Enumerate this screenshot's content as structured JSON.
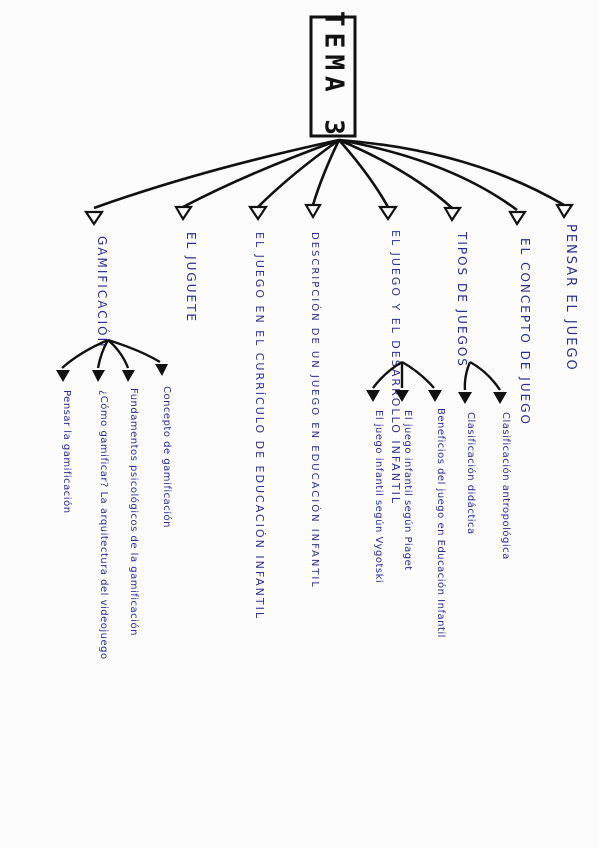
{
  "title": "TEMA 3",
  "branches": [
    {
      "id": "gamificacion",
      "label": "GAMIFICACIÓN"
    },
    {
      "id": "juguete",
      "label": "EL JUGUETE"
    },
    {
      "id": "curriculo",
      "label": "EL JUEGO EN EL CURRÍCULO DE EDUCACIÓN INFANTIL"
    },
    {
      "id": "descripcion",
      "label": "DESCRIPCIÓN DE UN JUEGO EN EDUCACIÓN INFANTIL"
    },
    {
      "id": "desarrollo",
      "label": "EL JUEGO Y EL DESARROLLO INFANTIL"
    },
    {
      "id": "tipos",
      "label": "TIPOS DE JUEGOS"
    },
    {
      "id": "concepto",
      "label": "EL CONCEPTO DE JUEGO"
    },
    {
      "id": "pensar",
      "label": "PENSAR EL JUEGO"
    }
  ],
  "gamificacion_items": [
    "Pensar la gamificación",
    "¿Cómo gamificar? La arquitectura del videojuego",
    "Fundamentos psicológicos de la gamificación",
    "Concepto de gamificación"
  ],
  "desarrollo_items": [
    "El juego infantil según Vygotski",
    "El juego infantil según Piaget",
    "Beneficios del juego en Educación Infantil"
  ],
  "tipos_items": [
    "Clasificación didáctica",
    "Clasificación antropológica"
  ],
  "colors": {
    "ink_blue": "#2b2f8f",
    "ink_black": "#111111",
    "paper": "#fcfcfc"
  }
}
